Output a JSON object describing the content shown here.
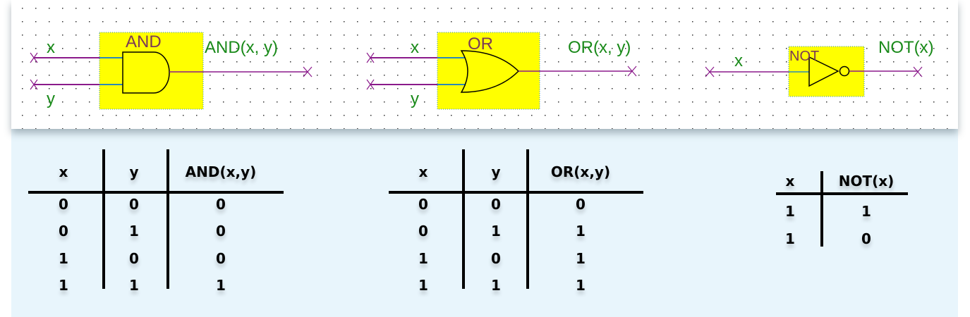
{
  "circuit": {
    "and": {
      "name": "AND",
      "inputs": [
        "x",
        "y"
      ],
      "output": "AND(x, y)"
    },
    "or": {
      "name": "OR",
      "inputs": [
        "x",
        "y"
      ],
      "output": "OR(x, y)"
    },
    "not": {
      "name": "NOT",
      "inputs": [
        "x"
      ],
      "output": "NOT(x)"
    }
  },
  "tables": {
    "and": {
      "headers": [
        "x",
        "y",
        "AND(x,y)"
      ],
      "rows": [
        [
          "0",
          "0",
          "0"
        ],
        [
          "0",
          "1",
          "0"
        ],
        [
          "1",
          "0",
          "0"
        ],
        [
          "1",
          "1",
          "1"
        ]
      ]
    },
    "or": {
      "headers": [
        "x",
        "y",
        "OR(x,y)"
      ],
      "rows": [
        [
          "0",
          "0",
          "0"
        ],
        [
          "0",
          "1",
          "1"
        ],
        [
          "1",
          "0",
          "1"
        ],
        [
          "1",
          "1",
          "1"
        ]
      ]
    },
    "not": {
      "headers": [
        "x",
        "NOT(x)"
      ],
      "rows": [
        [
          "1 ",
          "1"
        ],
        [
          "1",
          "0"
        ]
      ]
    }
  },
  "colors": {
    "box": "#ffff00",
    "wire": "#8b1a8b",
    "pin": "#2a8ab8",
    "label": "#1a8a1a",
    "gate_name": "#7b3a56",
    "bottom_bg": "#e8f5fc"
  }
}
